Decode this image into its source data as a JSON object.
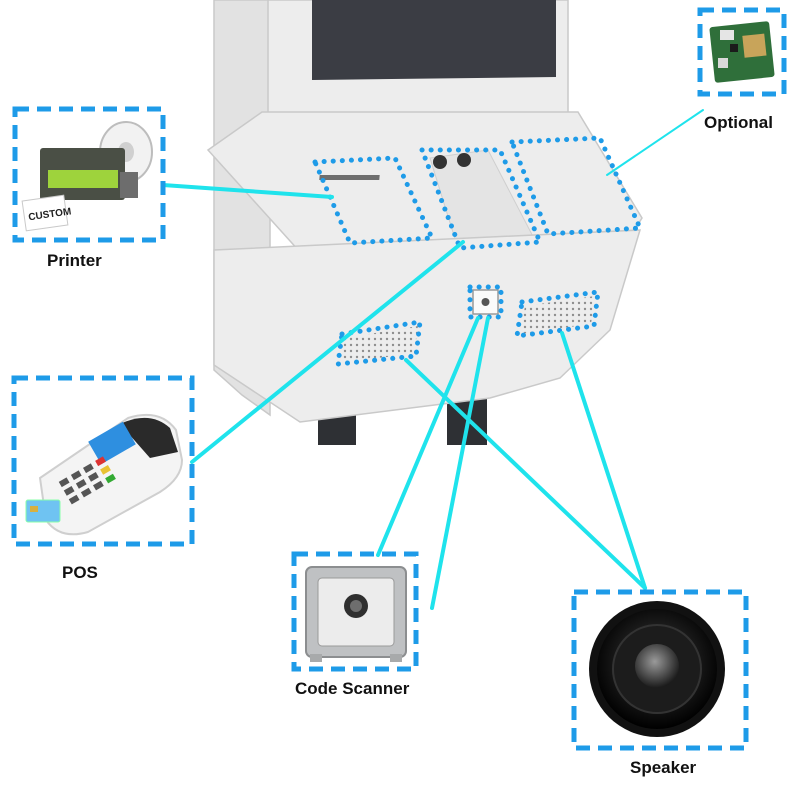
{
  "colors": {
    "frame_dash": "#1e9be8",
    "connector": "#1fe3ec",
    "kiosk_body": "#ededed",
    "kiosk_edge": "#c9c9c9",
    "screen": "#3b3d44",
    "legs": "#2e3034"
  },
  "components": [
    {
      "id": "printer",
      "label": "Printer",
      "icon": "thermal-printer-icon"
    },
    {
      "id": "optional",
      "label": "Optional",
      "icon": "circuit-board-icon"
    },
    {
      "id": "pos",
      "label": "POS",
      "icon": "pos-terminal-icon"
    },
    {
      "id": "code_scanner",
      "label": "Code Scanner",
      "icon": "barcode-scanner-icon"
    },
    {
      "id": "speaker",
      "label": "Speaker",
      "icon": "speaker-icon"
    }
  ],
  "printer_paper_text": "CUSTOM"
}
